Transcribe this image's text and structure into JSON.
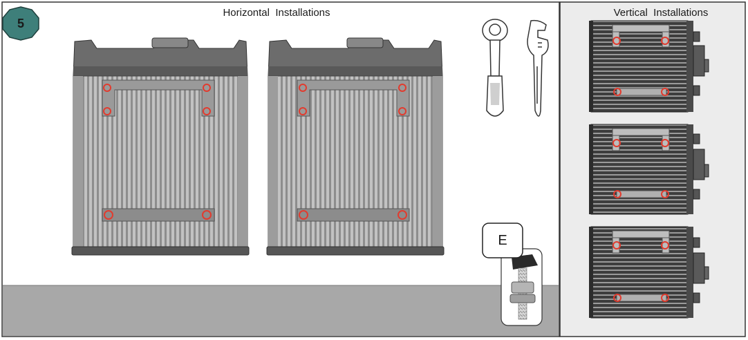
{
  "step": {
    "number": "5"
  },
  "horizontal": {
    "title": "Horizontal  Installations"
  },
  "vertical": {
    "title": "Vertical  Installations"
  },
  "tools": {
    "items": [
      "ratchet-wrench",
      "adjustable-wrench"
    ]
  },
  "callout": {
    "label": "E"
  },
  "colors": {
    "badge": "#3e7f7a",
    "vertical_panel": "#ececec",
    "floor": "#a8a8a8",
    "housing": "#707070",
    "fins": "#b9b9b9",
    "screw_mark": "#e23b2e"
  }
}
